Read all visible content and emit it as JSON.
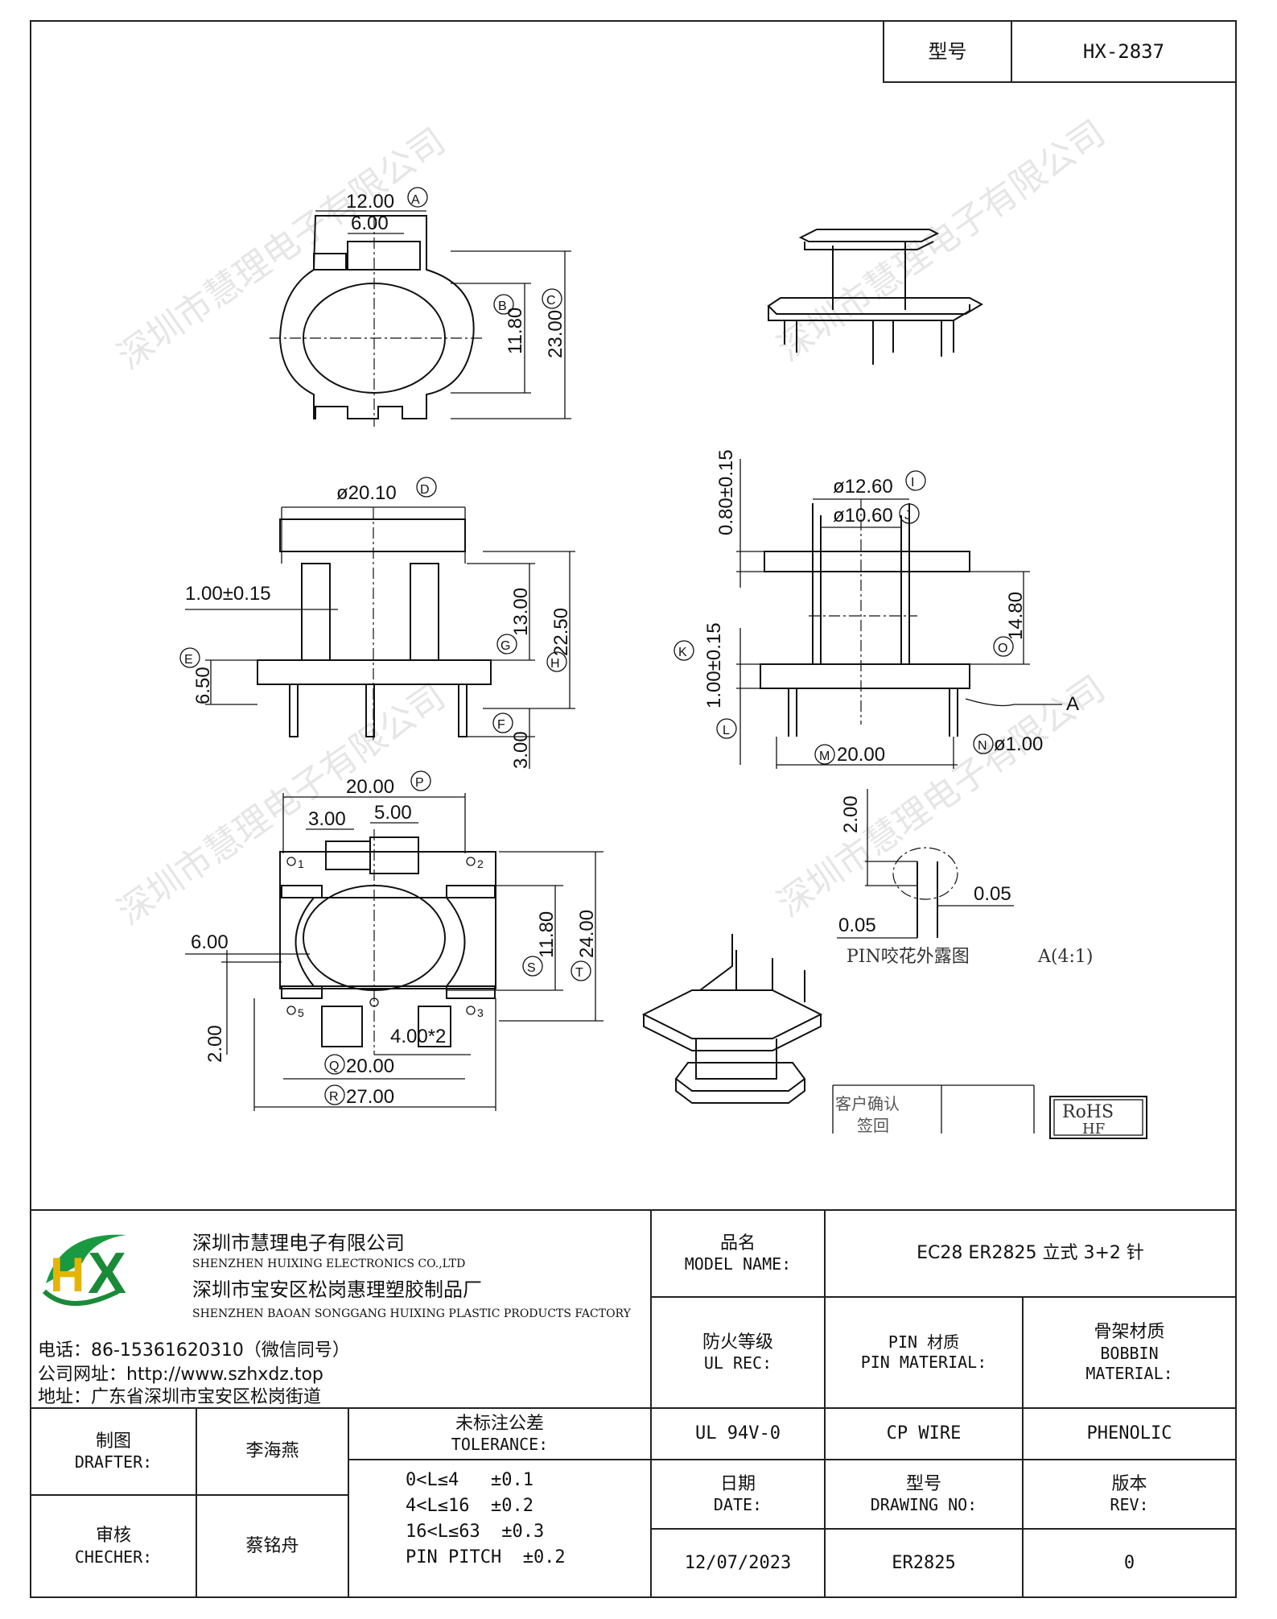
{
  "title_box": {
    "model_label": "型号",
    "model_value": "HX-2837"
  },
  "watermark": "深圳市慧理电子有限公司",
  "dimensions": {
    "top_view": {
      "width_outer": "12.00",
      "width_inner": "6.00",
      "h_inner": "11.80",
      "h_outer": "23.00",
      "tag_a": "A",
      "tag_b": "B",
      "tag_c": "C"
    },
    "front_view": {
      "dia": "ø20.10",
      "thk": "1.00±0.15",
      "h13": "13.00",
      "h2250": "22.50",
      "h650": "6.50",
      "h300": "3.00",
      "tag_d": "D",
      "tag_e": "E",
      "tag_f": "F",
      "tag_g": "G",
      "tag_h": "H"
    },
    "side_view": {
      "d1260": "ø12.60",
      "d1060": "ø10.60",
      "t080": "0.80±0.15",
      "t100": "1.00±0.15",
      "h1480": "14.80",
      "w2000": "20.00",
      "pin": "ø1.00",
      "detail_ref": "A",
      "tag_i": "I",
      "tag_j": "J",
      "tag_k": "K",
      "tag_l": "L",
      "tag_m": "M",
      "tag_n": "N",
      "tag_o": "O"
    },
    "bottom_view": {
      "w2000": "20.00",
      "w300": "3.00",
      "w500": "5.00",
      "w600": "6.00",
      "h200": "2.00",
      "h1180": "11.80",
      "h2400": "24.00",
      "pitch": "4.00*2",
      "w2000b": "20.00",
      "w2700": "27.00",
      "pins": [
        "1",
        "2",
        "5",
        "3"
      ],
      "tag_p": "P",
      "tag_q": "Q",
      "tag_r": "R",
      "tag_s": "S",
      "tag_t": "T"
    },
    "detail": {
      "h200": "2.00",
      "a": "0.05",
      "b": "0.05",
      "caption": "PIN咬花外露图",
      "scale": "A(4:1)"
    }
  },
  "approval": {
    "line1": "客户确认",
    "line2": "签回"
  },
  "rohs": {
    "line1": "RoHS",
    "line2": "HF"
  },
  "company": {
    "logo": "HX",
    "name_cn": "深圳市慧理电子有限公司",
    "name_en": "SHENZHEN HUIXING ELECTRONICS CO.,LTD",
    "factory_cn": "深圳市宝安区松岗惠理塑胶制品厂",
    "factory_en": "SHENZHEN BAOAN SONGGANG HUIXING PLASTIC PRODUCTS FACTORY",
    "phone": "电话：86-15361620310（微信同号）",
    "web": "公司网址：http://www.szhxdz.top",
    "address": "地址：广东省深圳市宝安区松岗街道"
  },
  "info": {
    "model_name_cn": "品名",
    "model_name_en": "MODEL NAME:",
    "model_name_val": "EC28 ER2825 立式 3+2 针",
    "ul_cn": "防火等级",
    "ul_en": "UL REC:",
    "ul_val": "UL 94V-0",
    "pin_cn": "PIN 材质",
    "pin_en": "PIN MATERIAL:",
    "pin_val": "CP WIRE",
    "bobbin_cn": "骨架材质",
    "bobbin_en1": "BOBBIN",
    "bobbin_en2": "MATERIAL:",
    "bobbin_val": "PHENOLIC",
    "date_cn": "日期",
    "date_en": "DATE:",
    "date_val": "12/07/2023",
    "dwg_cn": "型号",
    "dwg_en": "DRAWING NO:",
    "dwg_val": "ER2825",
    "rev_cn": "版本",
    "rev_en": "REV:",
    "rev_val": "0"
  },
  "people": {
    "drafter_cn": "制图",
    "drafter_en": "DRAFTER:",
    "drafter": "李海燕",
    "checker_cn": "审核",
    "checker_en": "CHECHER:",
    "checker": "蔡铭舟"
  },
  "tolerance": {
    "title_cn": "未标注公差",
    "title_en": "TOLERANCE:",
    "rows": [
      "0<L≤4   ±0.1",
      "4<L≤16  ±0.2",
      "16<L≤63  ±0.3",
      "PIN PITCH  ±0.2"
    ]
  }
}
